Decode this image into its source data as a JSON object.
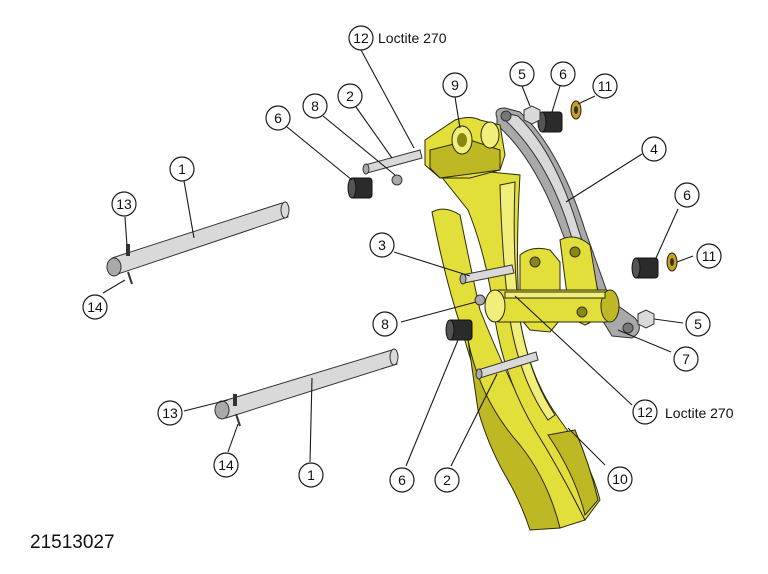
{
  "diagram": {
    "document_number": "21513027",
    "notes": {
      "loctite_top": "Loctite 270",
      "loctite_right": "Loctite 270"
    },
    "colors": {
      "part_yellow": "#e3df3a",
      "part_gray": "#a9a9a9",
      "bushing_dark": "#2b2b2b"
    },
    "balloons": {
      "b12_top": "12",
      "b9": "9",
      "b5_top": "5",
      "b6_top": "6",
      "b11_top": "11",
      "b6_left": "6",
      "b8_top": "8",
      "b2_top": "2",
      "b4": "4",
      "b1_top": "1",
      "b13_top": "13",
      "b14_top": "14",
      "b3": "3",
      "b6_right": "6",
      "b11_right": "11",
      "b5_right": "5",
      "b8_mid": "8",
      "b7": "7",
      "b12_right": "12",
      "b13_bottom": "13",
      "b14_bottom": "14",
      "b1_bottom": "1",
      "b6_bottom": "6",
      "b2_bottom": "2",
      "b10": "10"
    }
  }
}
